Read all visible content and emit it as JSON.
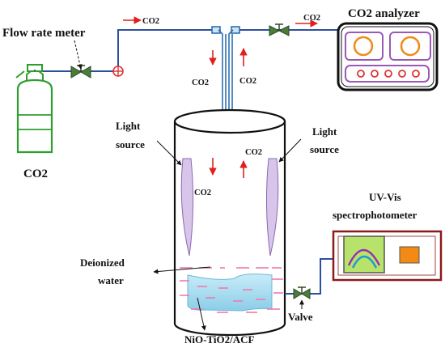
{
  "labels": {
    "flow_rate_meter": "Flow rate meter",
    "co2_cylinder": "CO2",
    "co2_analyzer": "CO2 analyzer",
    "light_source_left_1": "Light",
    "light_source_left_2": "source",
    "light_source_right_1": "Light",
    "light_source_right_2": "source",
    "uvvis_1": "UV-Vis",
    "uvvis_2": "spectrophotometer",
    "deionized_1": "Deionized",
    "deionized_2": "water",
    "valve": "Valve",
    "catalyst": "NiO-TiO2/ACF",
    "co2_arrow_inlet": "CO2",
    "co2_arrow_outlet": "CO2",
    "co2_down_1": "CO2",
    "co2_up_1": "CO2",
    "co2_up_2": "CO2",
    "co2_down_2": "CO2"
  },
  "colors": {
    "tubing": "#2d4fa0",
    "arrow": "#e02020",
    "cylinder": "#2e9e2e",
    "analyzer_screen": "#9b59b6",
    "analyzer_circle": "#f08a1a",
    "lamp": "#cdb6e2",
    "water": "#9fd8ef",
    "spectro_frame": "#8b1a1a",
    "spectro_screen": "#b7e36a",
    "spectro_indicator": "#f28a14"
  }
}
